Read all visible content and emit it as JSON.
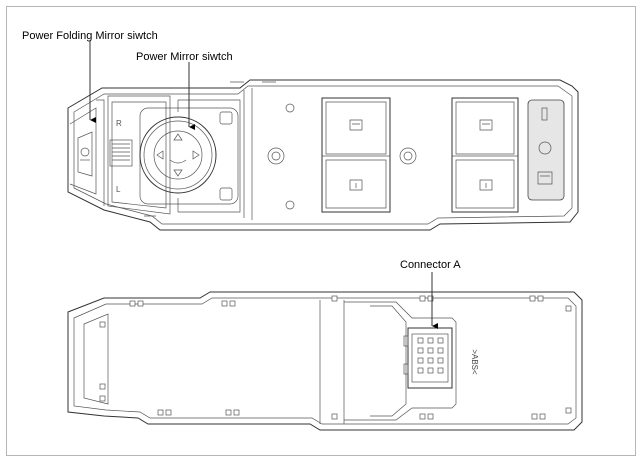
{
  "labels": {
    "folding_mirror": "Power Folding Mirror siwtch",
    "mirror_switch": "Power Mirror siwtch",
    "connector": "Connector A"
  },
  "marks": {
    "abs_text": ">ABS<",
    "r_letter": "R",
    "l_letter": "L"
  },
  "colors": {
    "line": "#333333",
    "frame": "#b5b5b5",
    "button_fill": "#e6e6e6"
  }
}
